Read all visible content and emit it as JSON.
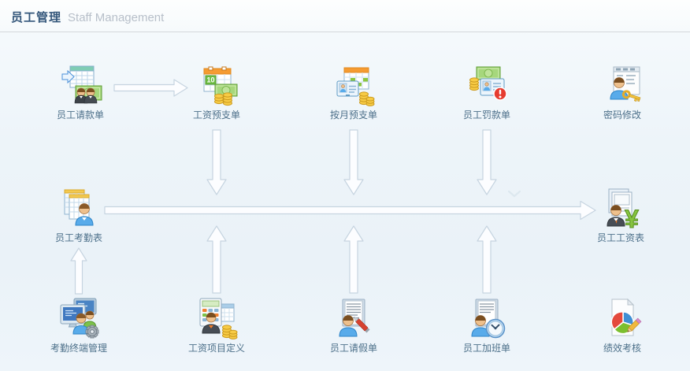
{
  "header": {
    "title": "员工管理",
    "subtitle": "Staff Management"
  },
  "nodes": [
    {
      "id": "payment-request",
      "label": "员工请款单",
      "icon": "payment-request-icon"
    },
    {
      "id": "salary-advance",
      "label": "工资预支单",
      "icon": "salary-advance-icon"
    },
    {
      "id": "monthly-advance",
      "label": "按月预支单",
      "icon": "monthly-advance-icon"
    },
    {
      "id": "staff-fine",
      "label": "员工罚款单",
      "icon": "staff-fine-icon"
    },
    {
      "id": "password-change",
      "label": "密码修改",
      "icon": "password-change-icon"
    },
    {
      "id": "attendance-sheet",
      "label": "员工考勤表",
      "icon": "attendance-sheet-icon"
    },
    {
      "id": "payroll-sheet",
      "label": "员工工资表",
      "icon": "payroll-sheet-icon"
    },
    {
      "id": "attendance-terminal",
      "label": "考勤终端管理",
      "icon": "attendance-terminal-icon"
    },
    {
      "id": "salary-item-definition",
      "label": "工资项目定义",
      "icon": "salary-item-definition-icon"
    },
    {
      "id": "leave-request",
      "label": "员工请假单",
      "icon": "leave-request-icon"
    },
    {
      "id": "overtime-request",
      "label": "员工加班单",
      "icon": "overtime-request-icon"
    },
    {
      "id": "performance-review",
      "label": "绩效考核",
      "icon": "performance-review-icon"
    }
  ],
  "icon_text": {
    "advance_day": "10",
    "yuan_symbol": "¥"
  },
  "colors": {
    "title": "#33567a",
    "subtitle": "#b7bfc9",
    "node_label": "#4d708a",
    "arrow_fill": "#fcfdff",
    "arrow_stroke": "#c6d4e0",
    "background": "#edf4f9",
    "divider": "#d4d8db",
    "banknote_green": "#a6d77c",
    "coin_gold": "#f7cb45",
    "calendar_orange": "#f59b31",
    "alert_red": "#e63c30",
    "yuan_green": "#86c440"
  }
}
